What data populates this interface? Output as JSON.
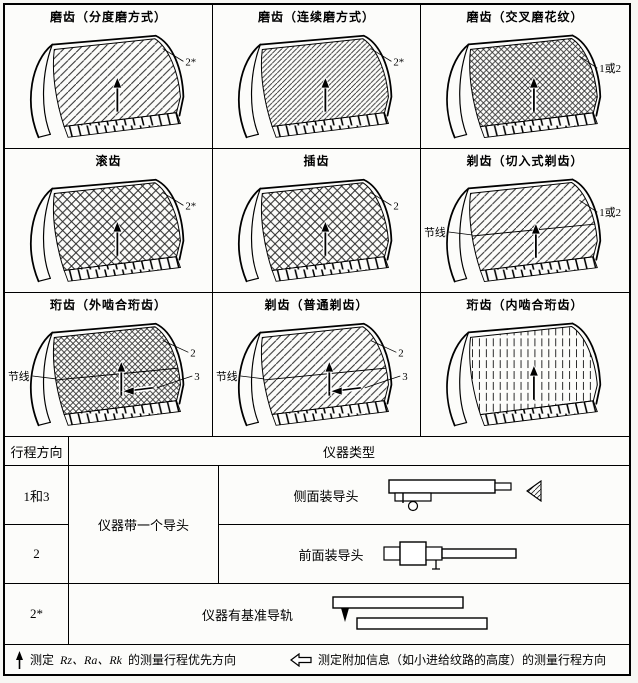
{
  "grid": {
    "cells": [
      {
        "title": "磨齿（分度磨方式）",
        "label": "2*"
      },
      {
        "title": "磨齿（连续磨方式）",
        "label": "2*"
      },
      {
        "title": "磨齿（交叉磨花纹）",
        "label": "1或2"
      },
      {
        "title": "滚齿",
        "label": "2*"
      },
      {
        "title": "插齿",
        "label": "2"
      },
      {
        "title": "剃齿（切入式剃齿）",
        "label": "1或2",
        "pitch_label": "节线"
      },
      {
        "title": "珩齿（外啮合珩齿）",
        "label": "2",
        "label2": "3",
        "pitch_label": "节线"
      },
      {
        "title": "剃齿（普通剃齿）",
        "label": "2",
        "label2": "3",
        "pitch_label": "节线"
      },
      {
        "title": "珩齿（内啮合珩齿）"
      }
    ]
  },
  "table": {
    "header": {
      "direction": "行程方向",
      "instrument": "仪器类型"
    },
    "group_label": "仪器带一个导头",
    "rows": [
      {
        "direction": "1和3",
        "method": "侧面装导头"
      },
      {
        "direction": "2",
        "method": "前面装导头"
      },
      {
        "direction": "2*",
        "method": "仪器有基准导轨"
      }
    ]
  },
  "footer": {
    "note1_prefix": "测定 ",
    "note1_vars": "Rz、Ra、Rk",
    "note1_suffix": " 的测量行程优先方向",
    "note2": "测定附加信息（如小进给纹路的高度）的测量行程方向"
  },
  "colors": {
    "line": "#000000",
    "background": "#fcfcfa"
  }
}
